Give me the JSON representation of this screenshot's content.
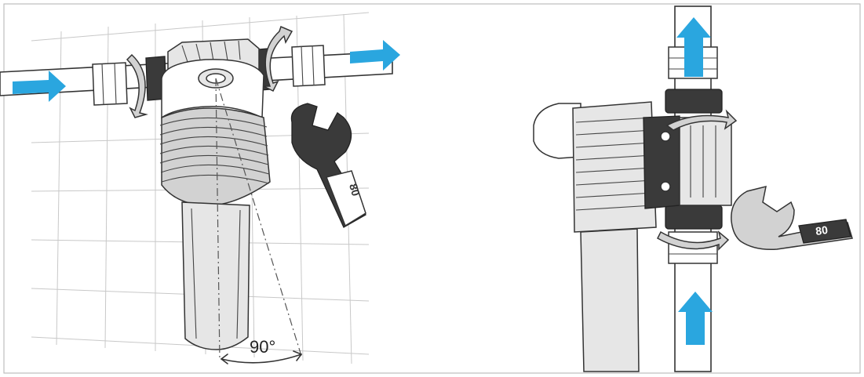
{
  "left_panel": {
    "angle_label": "90°",
    "wrench_size": "80"
  },
  "right_panel": {
    "wrench_size": "80"
  },
  "colors": {
    "flow_arrow": "#2aa6df",
    "outline": "#333333",
    "grid": "#c8c8c8"
  }
}
